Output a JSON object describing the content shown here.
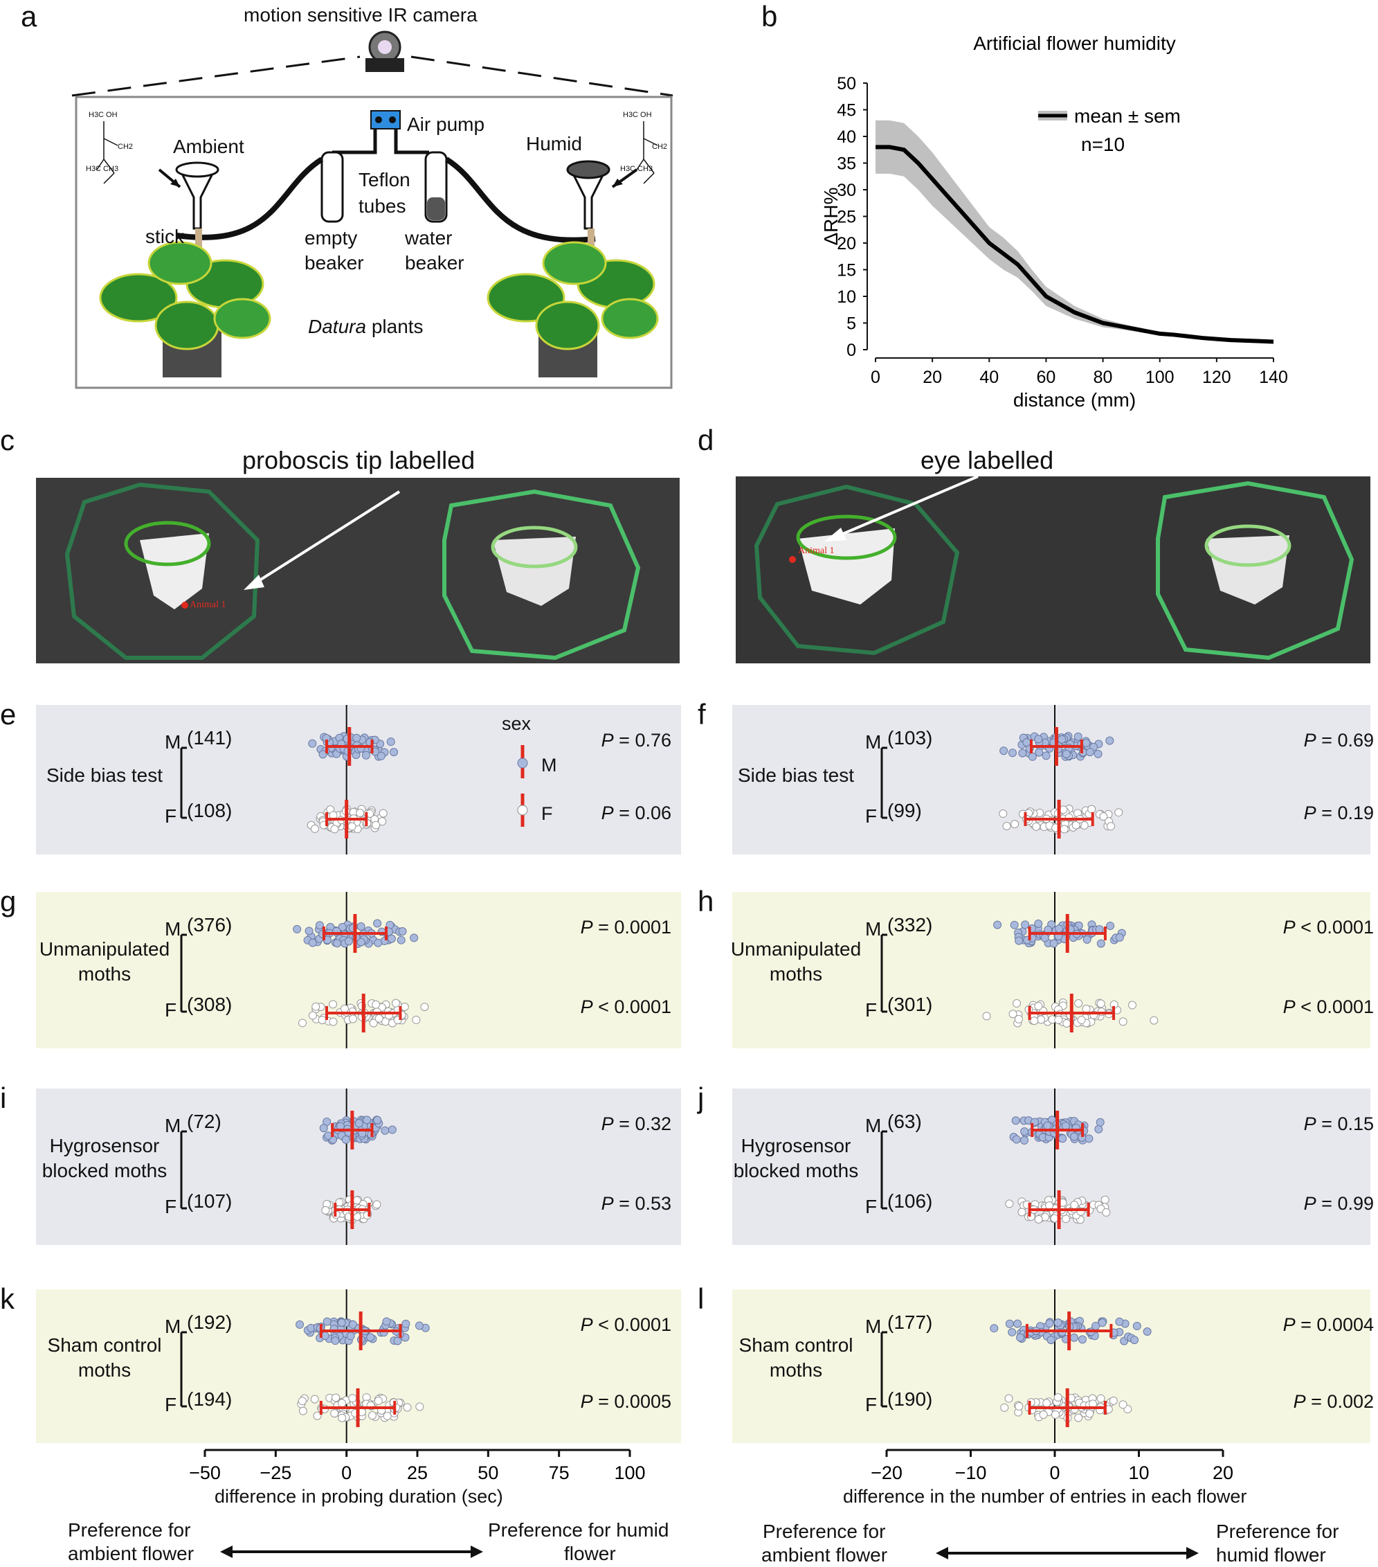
{
  "panel_a": {
    "letter": "a",
    "camera_label": "motion sensitive IR camera",
    "air_pump": "Air pump",
    "ambient": "Ambient",
    "humid": "Humid",
    "teflon": "Teflon",
    "tubes": "tubes",
    "stick": "stick",
    "empty": "empty",
    "beaker1": "beaker",
    "water": "water",
    "beaker2": "beaker",
    "plants_italic": "Datura",
    "plants_rest": " plants",
    "chem_oh": "H3C  OH",
    "chem_ch2": "CH2",
    "chem_bottom": "H3C     CH3"
  },
  "panel_b": {
    "letter": "b",
    "chart_data": {
      "type": "area",
      "title": "Artificial flower humidity",
      "xlabel": "distance (mm)",
      "ylabel": "ΔRH%",
      "xlim": [
        0,
        140
      ],
      "ylim": [
        0,
        50
      ],
      "xticks": [
        "0",
        "20",
        "40",
        "60",
        "80",
        "100",
        "120",
        "140"
      ],
      "yticks": [
        "0",
        "5",
        "10",
        "15",
        "20",
        "25",
        "30",
        "35",
        "40",
        "45",
        "50"
      ],
      "legend": [
        "mean ± sem",
        "n=10"
      ],
      "legend_position": "top-right",
      "x": [
        0,
        5,
        10,
        15,
        20,
        25,
        30,
        35,
        40,
        45,
        50,
        55,
        60,
        65,
        70,
        75,
        80,
        85,
        90,
        95,
        100,
        105,
        110,
        115,
        120,
        125,
        130,
        135,
        140
      ],
      "mean": [
        38,
        38,
        37.5,
        35,
        32,
        29,
        26,
        23,
        20,
        18,
        16,
        13,
        10,
        8.5,
        7,
        6,
        5,
        4.5,
        4,
        3.5,
        3,
        2.8,
        2.5,
        2.2,
        2,
        1.8,
        1.7,
        1.6,
        1.5
      ],
      "sem": [
        5,
        5,
        5,
        5,
        5,
        4.5,
        4,
        3.5,
        3,
        3,
        2.5,
        2,
        1.8,
        1.5,
        1.2,
        1,
        0.8,
        0.6,
        0.5,
        0.4,
        0.3,
        0.3,
        0.2,
        0.2,
        0.2,
        0.2,
        0.2,
        0.2,
        0.2
      ],
      "colors": {
        "mean": "#000000",
        "band": "#c0c0c0"
      }
    }
  },
  "panel_c": {
    "letter": "c",
    "title": "proboscis tip labelled",
    "tag": "Animal 1"
  },
  "panel_d": {
    "letter": "d",
    "title": "eye labelled",
    "tag": "Animal 1"
  },
  "legend_sex": {
    "title": "sex",
    "m": "M",
    "f": "F",
    "m_color": "#a9b9de",
    "f_color": "#ffffff",
    "bar_color": "#e02a1e"
  },
  "left_rows": [
    {
      "letter": "e",
      "label1": "Side bias test",
      "label2": "",
      "band": "grey",
      "m_n": "(141)",
      "f_n": "(108)",
      "m_p": "= 0.76",
      "f_p": "= 0.06",
      "m_mean": 1,
      "m_sd": 8,
      "f_mean": 0,
      "f_sd": 7
    },
    {
      "letter": "g",
      "label1": "Unmanipulated",
      "label2": "moths",
      "band": "yellow",
      "m_n": "(376)",
      "f_n": "(308)",
      "m_p": "= 0.0001",
      "f_p": "< 0.0001",
      "m_mean": 3,
      "m_sd": 11,
      "f_mean": 6,
      "f_sd": 13
    },
    {
      "letter": "i",
      "label1": "Hygrosensor",
      "label2": "blocked moths",
      "band": "grey",
      "m_n": "(72)",
      "f_n": "(107)",
      "m_p": "= 0.32",
      "f_p": "= 0.53",
      "m_mean": 2,
      "m_sd": 7,
      "f_mean": 2,
      "f_sd": 6
    },
    {
      "letter": "k",
      "label1": "Sham control",
      "label2": "moths",
      "band": "yellow",
      "m_n": "(192)",
      "f_n": "(194)",
      "m_p": "< 0.0001",
      "f_p": "= 0.0005",
      "m_mean": 5,
      "m_sd": 14,
      "f_mean": 4,
      "f_sd": 13
    }
  ],
  "right_rows": [
    {
      "letter": "f",
      "label1": "Side bias test",
      "label2": "",
      "band": "grey",
      "m_n": "(103)",
      "f_n": "(99)",
      "m_p": "= 0.69",
      "f_p": "= 0.19",
      "m_mean": 0.2,
      "m_sd": 3,
      "f_mean": 0.5,
      "f_sd": 4
    },
    {
      "letter": "h",
      "label1": "Unmanipulated",
      "label2": "moths",
      "band": "yellow",
      "m_n": "(332)",
      "f_n": "(301)",
      "m_p": "< 0.0001",
      "f_p": "< 0.0001",
      "m_mean": 1.5,
      "m_sd": 4.5,
      "f_mean": 2,
      "f_sd": 5
    },
    {
      "letter": "j",
      "label1": "Hygrosensor",
      "label2": "blocked moths",
      "band": "grey",
      "m_n": "(63)",
      "f_n": "(106)",
      "m_p": "= 0.15",
      "f_p": "= 0.99",
      "m_mean": 0.3,
      "m_sd": 3,
      "f_mean": 0.5,
      "f_sd": 3.5
    },
    {
      "letter": "l",
      "label1": "Sham control",
      "label2": "moths",
      "band": "yellow",
      "m_n": "(177)",
      "f_n": "(190)",
      "m_p": "= 0.0004",
      "f_p": "= 0.002",
      "m_mean": 1.7,
      "m_sd": 5,
      "f_mean": 1.5,
      "f_sd": 4.5
    }
  ],
  "left_axis": {
    "xlabel": "difference in probing duration (sec)",
    "ticks": [
      "−50",
      "−25",
      "0",
      "25",
      "50",
      "75",
      "100"
    ],
    "tick_values": [
      -50,
      -25,
      0,
      25,
      50,
      75,
      100
    ],
    "xlim": [
      -50,
      100
    ]
  },
  "right_axis": {
    "xlabel": "difference in the number of entries in each flower",
    "ticks": [
      "−20",
      "−10",
      "0",
      "10",
      "20"
    ],
    "tick_values": [
      -20,
      -10,
      0,
      10,
      20
    ],
    "xlim": [
      -20,
      20
    ]
  },
  "pref": {
    "left_ambient1": "Preference for",
    "left_ambient2": "ambient flower",
    "left_humid1": "Preference for humid",
    "left_humid2": "flower",
    "right_ambient1": "Preference for",
    "right_ambient2": "ambient flower",
    "right_humid1": "Preference for",
    "right_humid2": "humid flower"
  },
  "p_letter": "P",
  "m_letter": "M",
  "f_letter": "F"
}
